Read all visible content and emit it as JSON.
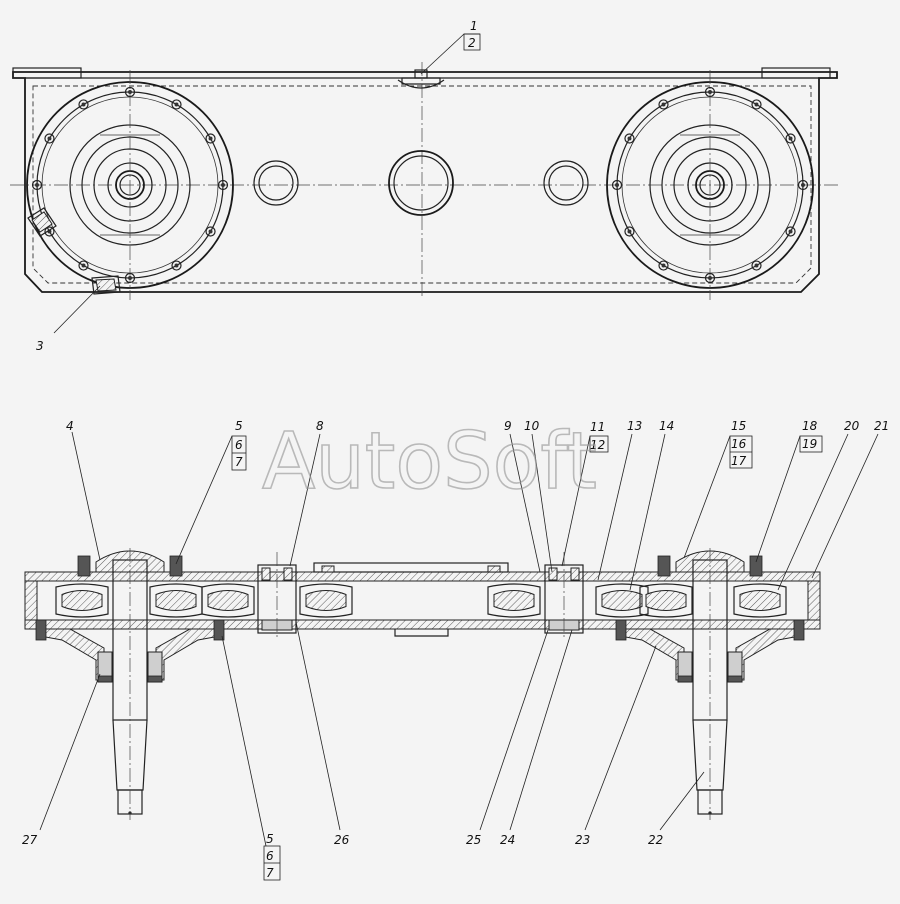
{
  "watermark": "AutoSoft",
  "top_view_callouts": [
    {
      "id": "c1",
      "text": "1"
    },
    {
      "id": "c2",
      "text": "2"
    },
    {
      "id": "c3",
      "text": "3"
    }
  ],
  "section_callouts_top": [
    {
      "id": "c4",
      "text": "4"
    },
    {
      "id": "c5",
      "text": "5"
    },
    {
      "id": "c6",
      "text": "6"
    },
    {
      "id": "c7",
      "text": "7"
    },
    {
      "id": "c8",
      "text": "8"
    },
    {
      "id": "c9",
      "text": "9"
    },
    {
      "id": "c10",
      "text": "10"
    },
    {
      "id": "c11",
      "text": "11"
    },
    {
      "id": "c12",
      "text": "12"
    },
    {
      "id": "c13",
      "text": "13"
    },
    {
      "id": "c14",
      "text": "14"
    },
    {
      "id": "c15",
      "text": "15"
    },
    {
      "id": "c16",
      "text": "16"
    },
    {
      "id": "c17",
      "text": "17"
    },
    {
      "id": "c18",
      "text": "18"
    },
    {
      "id": "c19",
      "text": "19"
    },
    {
      "id": "c20",
      "text": "20"
    },
    {
      "id": "c21",
      "text": "21"
    }
  ],
  "section_callouts_bottom": [
    {
      "id": "c27",
      "text": "27"
    },
    {
      "id": "c5b",
      "text": "5"
    },
    {
      "id": "c6b",
      "text": "6"
    },
    {
      "id": "c7b",
      "text": "7"
    },
    {
      "id": "c26",
      "text": "26"
    },
    {
      "id": "c25",
      "text": "25"
    },
    {
      "id": "c24",
      "text": "24"
    },
    {
      "id": "c23",
      "text": "23"
    },
    {
      "id": "c22",
      "text": "22"
    }
  ]
}
